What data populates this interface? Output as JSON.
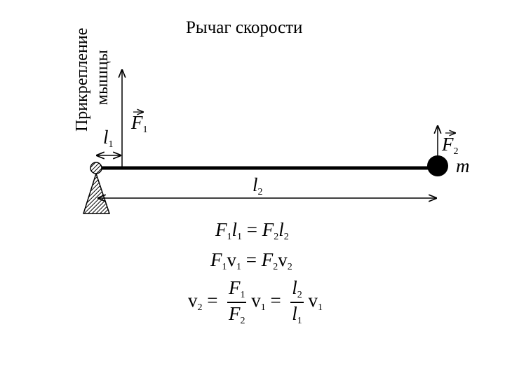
{
  "title": "Рычаг скорости",
  "muscle_label": {
    "line1": "Прикрепление",
    "line2": "мышцы"
  },
  "labels": {
    "F1": "F",
    "F1_sub": "1",
    "F2": "F",
    "F2_sub": "2",
    "l1": "l",
    "l1_sub": "1",
    "l2": "l",
    "l2_sub": "2",
    "m": "m"
  },
  "equations": {
    "eq1": {
      "a": "F",
      "a_sub": "1",
      "b": "l",
      "b_sub": "1",
      "op": " = ",
      "c": "F",
      "c_sub": "2",
      "d": "l",
      "d_sub": "2"
    },
    "eq2": {
      "a": "F",
      "a_sub": "1",
      "b": "v",
      "b_sub": "1",
      "op": " = ",
      "c": "F",
      "c_sub": "2",
      "d": "v",
      "d_sub": "2"
    },
    "eq3": {
      "lhs": "v",
      "lhs_sub": "2",
      "op1": " = ",
      "f1_num": "F",
      "f1_num_sub": "1",
      "f1_den": "F",
      "f1_den_sub": "2",
      "v1": "v",
      "v1_sub": "1",
      "op2": " = ",
      "f2_num": "l",
      "f2_num_sub": "2",
      "f2_den": "l",
      "f2_den_sub": "1",
      "v1b": "v",
      "v1b_sub": "1"
    }
  }
}
